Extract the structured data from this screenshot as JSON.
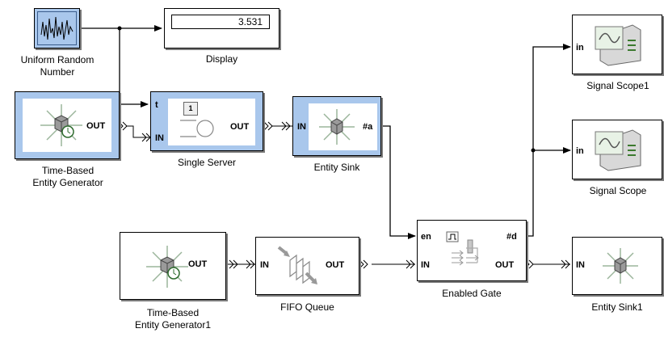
{
  "blocks": {
    "uniform_random": {
      "label_line1": "Uniform Random",
      "label_line2": "Number"
    },
    "display": {
      "label": "Display",
      "value": "3.531"
    },
    "time_based_gen": {
      "label_line1": "Time-Based",
      "label_line2": "Entity Generator",
      "port_out": "OUT"
    },
    "single_server": {
      "label": "Single Server",
      "port_t": "t",
      "port_in": "IN",
      "port_out": "OUT",
      "counter": "1"
    },
    "entity_sink": {
      "label": "Entity Sink",
      "port_in": "IN",
      "port_a": "#a"
    },
    "signal_scope1": {
      "label": "Signal Scope1",
      "port_in": "in"
    },
    "signal_scope": {
      "label": "Signal Scope",
      "port_in": "in"
    },
    "time_based_gen1": {
      "label_line1": "Time-Based",
      "label_line2": "Entity Generator1",
      "port_out": "OUT"
    },
    "fifo_queue": {
      "label": "FIFO Queue",
      "port_in": "IN",
      "port_out": "OUT"
    },
    "enabled_gate": {
      "label": "Enabled Gate",
      "port_en": "en",
      "port_d": "#d",
      "port_in": "IN",
      "port_out": "OUT"
    },
    "entity_sink1": {
      "label": "Entity Sink1",
      "port_in": "IN"
    }
  }
}
